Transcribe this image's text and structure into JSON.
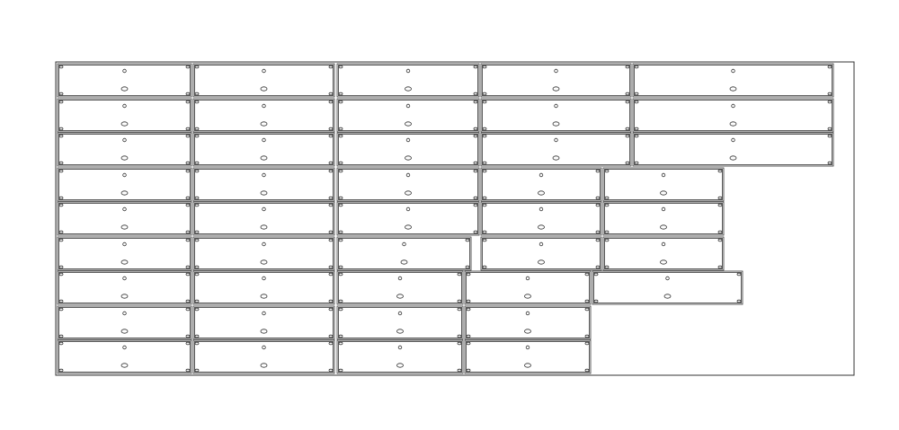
{
  "drawing": {
    "line_color": "#333333",
    "background": "#ffffff",
    "panel_rows": [
      {
        "panel_count": 5
      },
      {
        "panel_count": 5
      },
      {
        "panel_count": 5
      },
      {
        "panel_count": 5
      },
      {
        "panel_count": 5
      },
      {
        "panel_count": 5
      },
      {
        "panel_count": 5
      },
      {
        "panel_count": 4
      },
      {
        "panel_count": 4
      }
    ]
  }
}
